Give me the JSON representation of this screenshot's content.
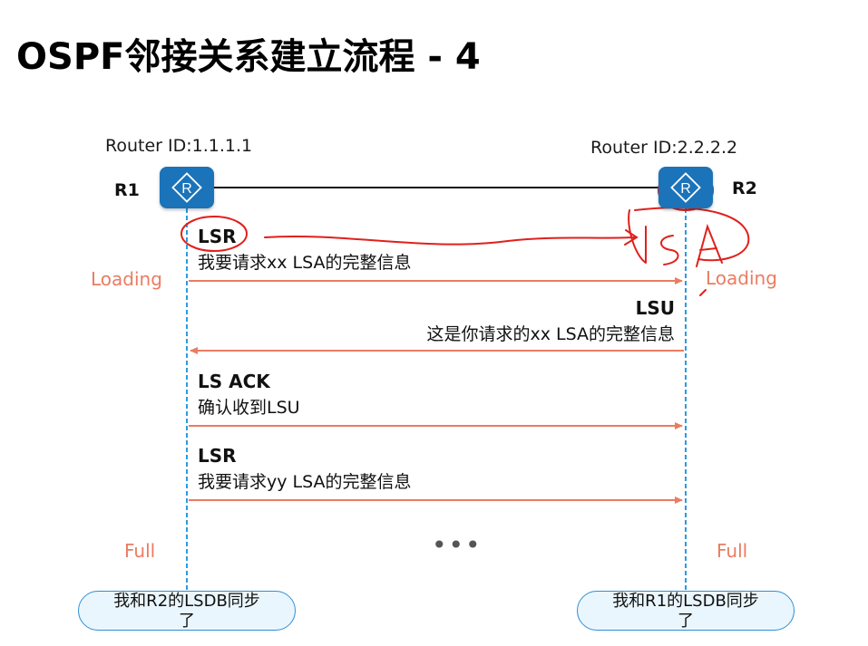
{
  "title": "OSPF邻接关系建立流程 - 4",
  "routers": {
    "r1": {
      "name": "R1",
      "router_id": "Router ID:1.1.1.1"
    },
    "r2": {
      "name": "R2",
      "router_id": "Router ID:2.2.2.2"
    }
  },
  "states": {
    "r1_loading": "Loading",
    "r2_loading": "Loading",
    "r1_full": "Full",
    "r2_full": "Full"
  },
  "messages": [
    {
      "title": "LSR",
      "desc": "我要请求xx LSA的完整信息",
      "direction": "R1->R2"
    },
    {
      "title": "LSU",
      "desc": "这是你请求的xx LSA的完整信息",
      "direction": "R2->R1"
    },
    {
      "title": "LS ACK",
      "desc": "确认收到LSU",
      "direction": "R1->R2"
    },
    {
      "title": "LSR",
      "desc": "我要请求yy LSA的完整信息",
      "direction": "R1->R2"
    }
  ],
  "ellipsis": "•••",
  "bubbles": {
    "r1": {
      "line1": "我和R2的LSDB同步",
      "line2": "了"
    },
    "r2": {
      "line1": "我和R1的LSDB同步",
      "line2": "了"
    }
  },
  "colors": {
    "arrow": "#ea7c61",
    "lifeline": "#2a9be0",
    "router": "#1b73b9",
    "annotation": "#e0201c"
  },
  "icons": [
    "router-icon",
    "router-icon"
  ]
}
